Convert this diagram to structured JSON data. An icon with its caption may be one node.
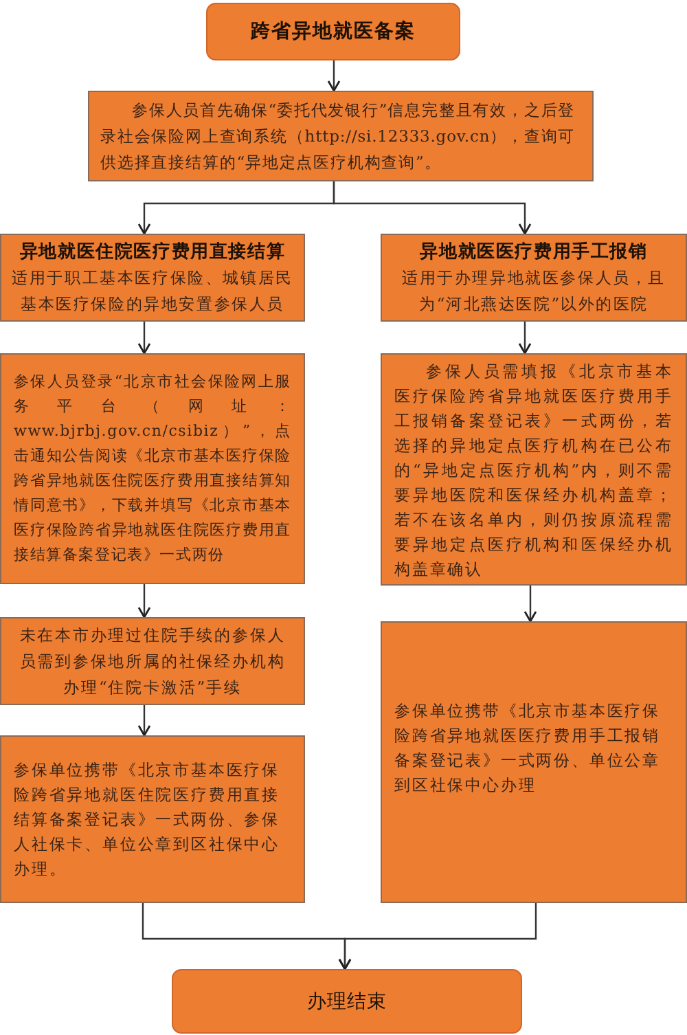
{
  "diagram": {
    "nodes": [
      {
        "text": [
          "跨省异地就医备案"
        ]
      },
      {
        "text": [
          "参保人员首先确保“委托代发银行”信息完整且有效，之后登录社会保险网上查询系统（http://si.12333.gov.cn），查询可供选择直接结算的“异地定点医疗机构查询”。"
        ]
      },
      {
        "text": [
          "异地就医住院医疗费用直接结算",
          "适用于职工基本医疗保险、城镇居民基本医疗保险的异地安置参保人员"
        ]
      },
      {
        "text": [
          "异地就医医疗费用手工报销",
          "适用于办理异地就医参保人员，且为“河北燕达医院”以外的医院"
        ]
      },
      {
        "text": [
          "参保人员登录“北京市社会保险网上服务平台（网址：www.bjrbj.gov.cn/csibiz）”，点击通知公告阅读《北京市基本医疗保险跨省异地就医住院医疗费用直接结算知情同意书》，下载并填写《北京市基本医疗保险跨省异地就医住院医疗费用直接结算备案登记表》一式两份"
        ]
      },
      {
        "text": [
          "参保人员需填报《北京市基本医疗保险跨省异地就医医疗费用手工报销备案登记表》一式两份，若选择的异地定点医疗机构在已公布的“异地定点医疗机构”内，则不需要异地医院和医保经办机构盖章；若不在该名单内，则仍按原流程需要异地定点医疗机构和医保经办机构盖章确认"
        ]
      },
      {
        "text": [
          "未在本市办理过住院手续的参保人员需到参保地所属的社保经办机构办理“住院卡激活”手续"
        ]
      },
      {
        "text": [
          "参保单位携带《北京市基本医疗保险跨省异地就医医疗费用手工报销备案登记表》一式两份、单位公章到区社保中心办理"
        ]
      },
      {
        "text": [
          "参保单位携带《北京市基本医疗保险跨省异地就医住院医疗费用直接结算备案登记表》一式两份、参保人社保卡、单位公章到区社保中心办理。"
        ]
      },
      {
        "text": [
          "办理结束"
        ]
      }
    ],
    "edges": [
      {
        "from": 0,
        "to": 1,
        "arrow": "to"
      },
      {
        "from": 1,
        "to": 2,
        "arrow": "to"
      },
      {
        "from": 1,
        "to": 3,
        "arrow": "to"
      },
      {
        "from": 2,
        "to": 4,
        "arrow": "to"
      },
      {
        "from": 3,
        "to": 5,
        "arrow": "to"
      },
      {
        "from": 4,
        "to": 6,
        "arrow": "to"
      },
      {
        "from": 5,
        "to": 7,
        "arrow": "to"
      },
      {
        "from": 6,
        "to": 8,
        "arrow": "to"
      },
      {
        "from": 8,
        "to": 9,
        "arrow": "to"
      },
      {
        "from": 7,
        "to": 9,
        "arrow": "to"
      }
    ]
  }
}
